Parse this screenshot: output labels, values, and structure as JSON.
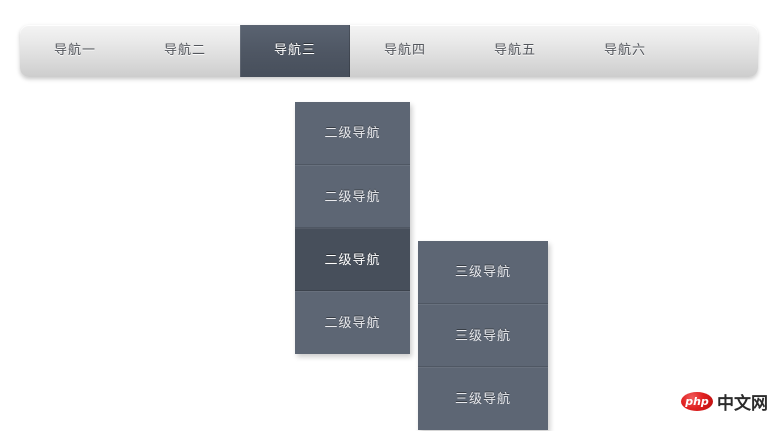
{
  "colors": {
    "page_background": "#ffffff",
    "navbar_gradient_top": "#f4f4f4",
    "navbar_gradient_bottom": "#cdcdcd",
    "navbar_text": "#53565c",
    "active_tab_background": "#4e5663",
    "active_tab_text": "#ffffff",
    "submenu_background": "#5d6674",
    "submenu_text": "#e9eaee",
    "submenu_active_background": "#474f5b",
    "watermark_badge": "#e02020",
    "watermark_text": "#2b2b2b"
  },
  "navbar": {
    "items": [
      {
        "label": "导航一",
        "active": false
      },
      {
        "label": "导航二",
        "active": false
      },
      {
        "label": "导航三",
        "active": true
      },
      {
        "label": "导航四",
        "active": false
      },
      {
        "label": "导航五",
        "active": false
      },
      {
        "label": "导航六",
        "active": false
      }
    ]
  },
  "submenu": {
    "parent": "导航三",
    "items": [
      {
        "label": "二级导航",
        "active": false
      },
      {
        "label": "二级导航",
        "active": false
      },
      {
        "label": "二级导航",
        "active": true
      },
      {
        "label": "二级导航",
        "active": false
      }
    ]
  },
  "thirdmenu": {
    "parent": "二级导航",
    "items": [
      {
        "label": "三级导航",
        "active": false
      },
      {
        "label": "三级导航",
        "active": false
      },
      {
        "label": "三级导航",
        "active": false
      }
    ]
  },
  "watermark": {
    "badge": "php",
    "text": "中文网"
  }
}
